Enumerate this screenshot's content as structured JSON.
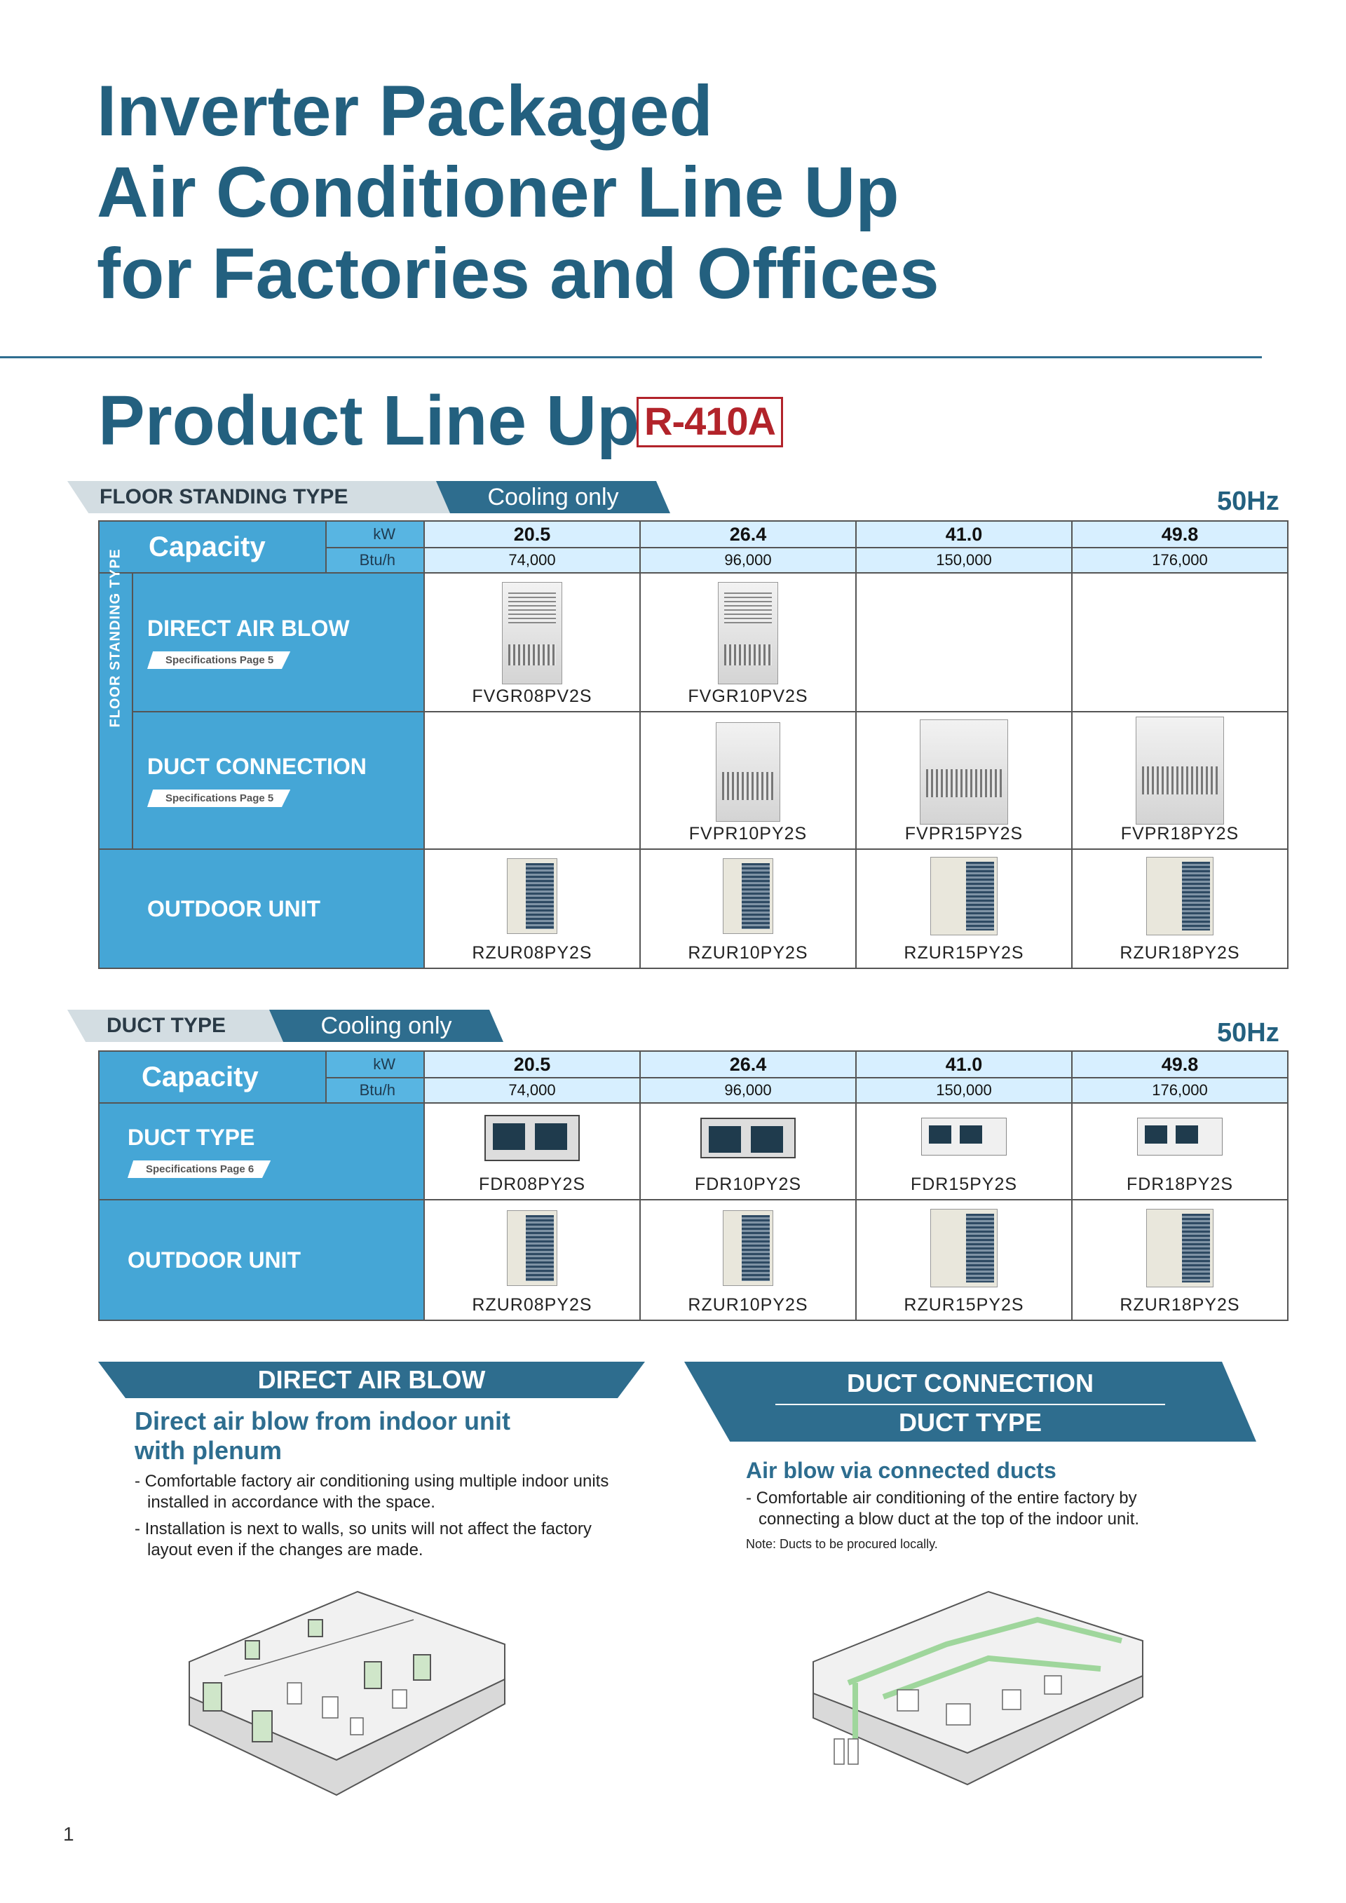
{
  "title_lines": [
    "Inverter Packaged",
    "Air Conditioner Line Up",
    "for Factories and Offices"
  ],
  "subtitle": "Product Line Up",
  "refrigerant": "R-410A",
  "units": {
    "kw": "kW",
    "btu": "Btu/h"
  },
  "capacity_label": "Capacity",
  "hz": "50Hz",
  "capacities": [
    {
      "kw": "20.5",
      "btu": "74,000"
    },
    {
      "kw": "26.4",
      "btu": "96,000"
    },
    {
      "kw": "41.0",
      "btu": "150,000"
    },
    {
      "kw": "49.8",
      "btu": "176,000"
    }
  ],
  "floor": {
    "tab_type": "FLOOR STANDING TYPE",
    "tab_mode": "Cooling only",
    "vertical_label": "FLOOR STANDING TYPE",
    "direct_air_blow": {
      "label": "DIRECT AIR BLOW",
      "spec": "Specifications  Page 5",
      "models": [
        "FVGR08PV2S",
        "FVGR10PV2S",
        "",
        ""
      ]
    },
    "duct_connection": {
      "label": "DUCT CONNECTION",
      "spec": "Specifications  Page 5",
      "models": [
        "",
        "FVPR10PY2S",
        "FVPR15PY2S",
        "FVPR18PY2S"
      ]
    },
    "outdoor": {
      "label": "OUTDOOR UNIT",
      "models": [
        "RZUR08PY2S",
        "RZUR10PY2S",
        "RZUR15PY2S",
        "RZUR18PY2S"
      ]
    }
  },
  "duct": {
    "tab_type": "DUCT  TYPE",
    "tab_mode": "Cooling only",
    "duct_type": {
      "label": "DUCT TYPE",
      "spec": "Specifications Page 6",
      "models": [
        "FDR08PY2S",
        "FDR10PY2S",
        "FDR15PY2S",
        "FDR18PY2S"
      ]
    },
    "outdoor": {
      "label": "OUTDOOR UNIT",
      "models": [
        "RZUR08PY2S",
        "RZUR10PY2S",
        "RZUR15PY2S",
        "RZUR18PY2S"
      ]
    }
  },
  "left_block": {
    "header": "DIRECT AIR BLOW",
    "heading_lines": [
      "Direct air blow from indoor unit",
      "with plenum"
    ],
    "bullets": [
      "- Comfortable factory air conditioning using multiple indoor units installed in accordance with the space.",
      "- Installation is next to walls, so units will not affect the factory layout even if the changes are made."
    ]
  },
  "right_block": {
    "header_line1": "DUCT CONNECTION",
    "header_line2": "DUCT  TYPE",
    "heading": "Air blow via connected ducts",
    "bullets": [
      "- Comfortable air conditioning of the entire factory by connecting a blow duct at the top of the indoor unit."
    ],
    "note": "Note: Ducts to be procured locally."
  },
  "page_number": "1",
  "colors": {
    "accent": "#23607f",
    "label_blue": "#45a6d6",
    "header_blue": "#2e6d8e",
    "light_blue": "#d7efff",
    "refrigerant_red": "#b2232a"
  }
}
